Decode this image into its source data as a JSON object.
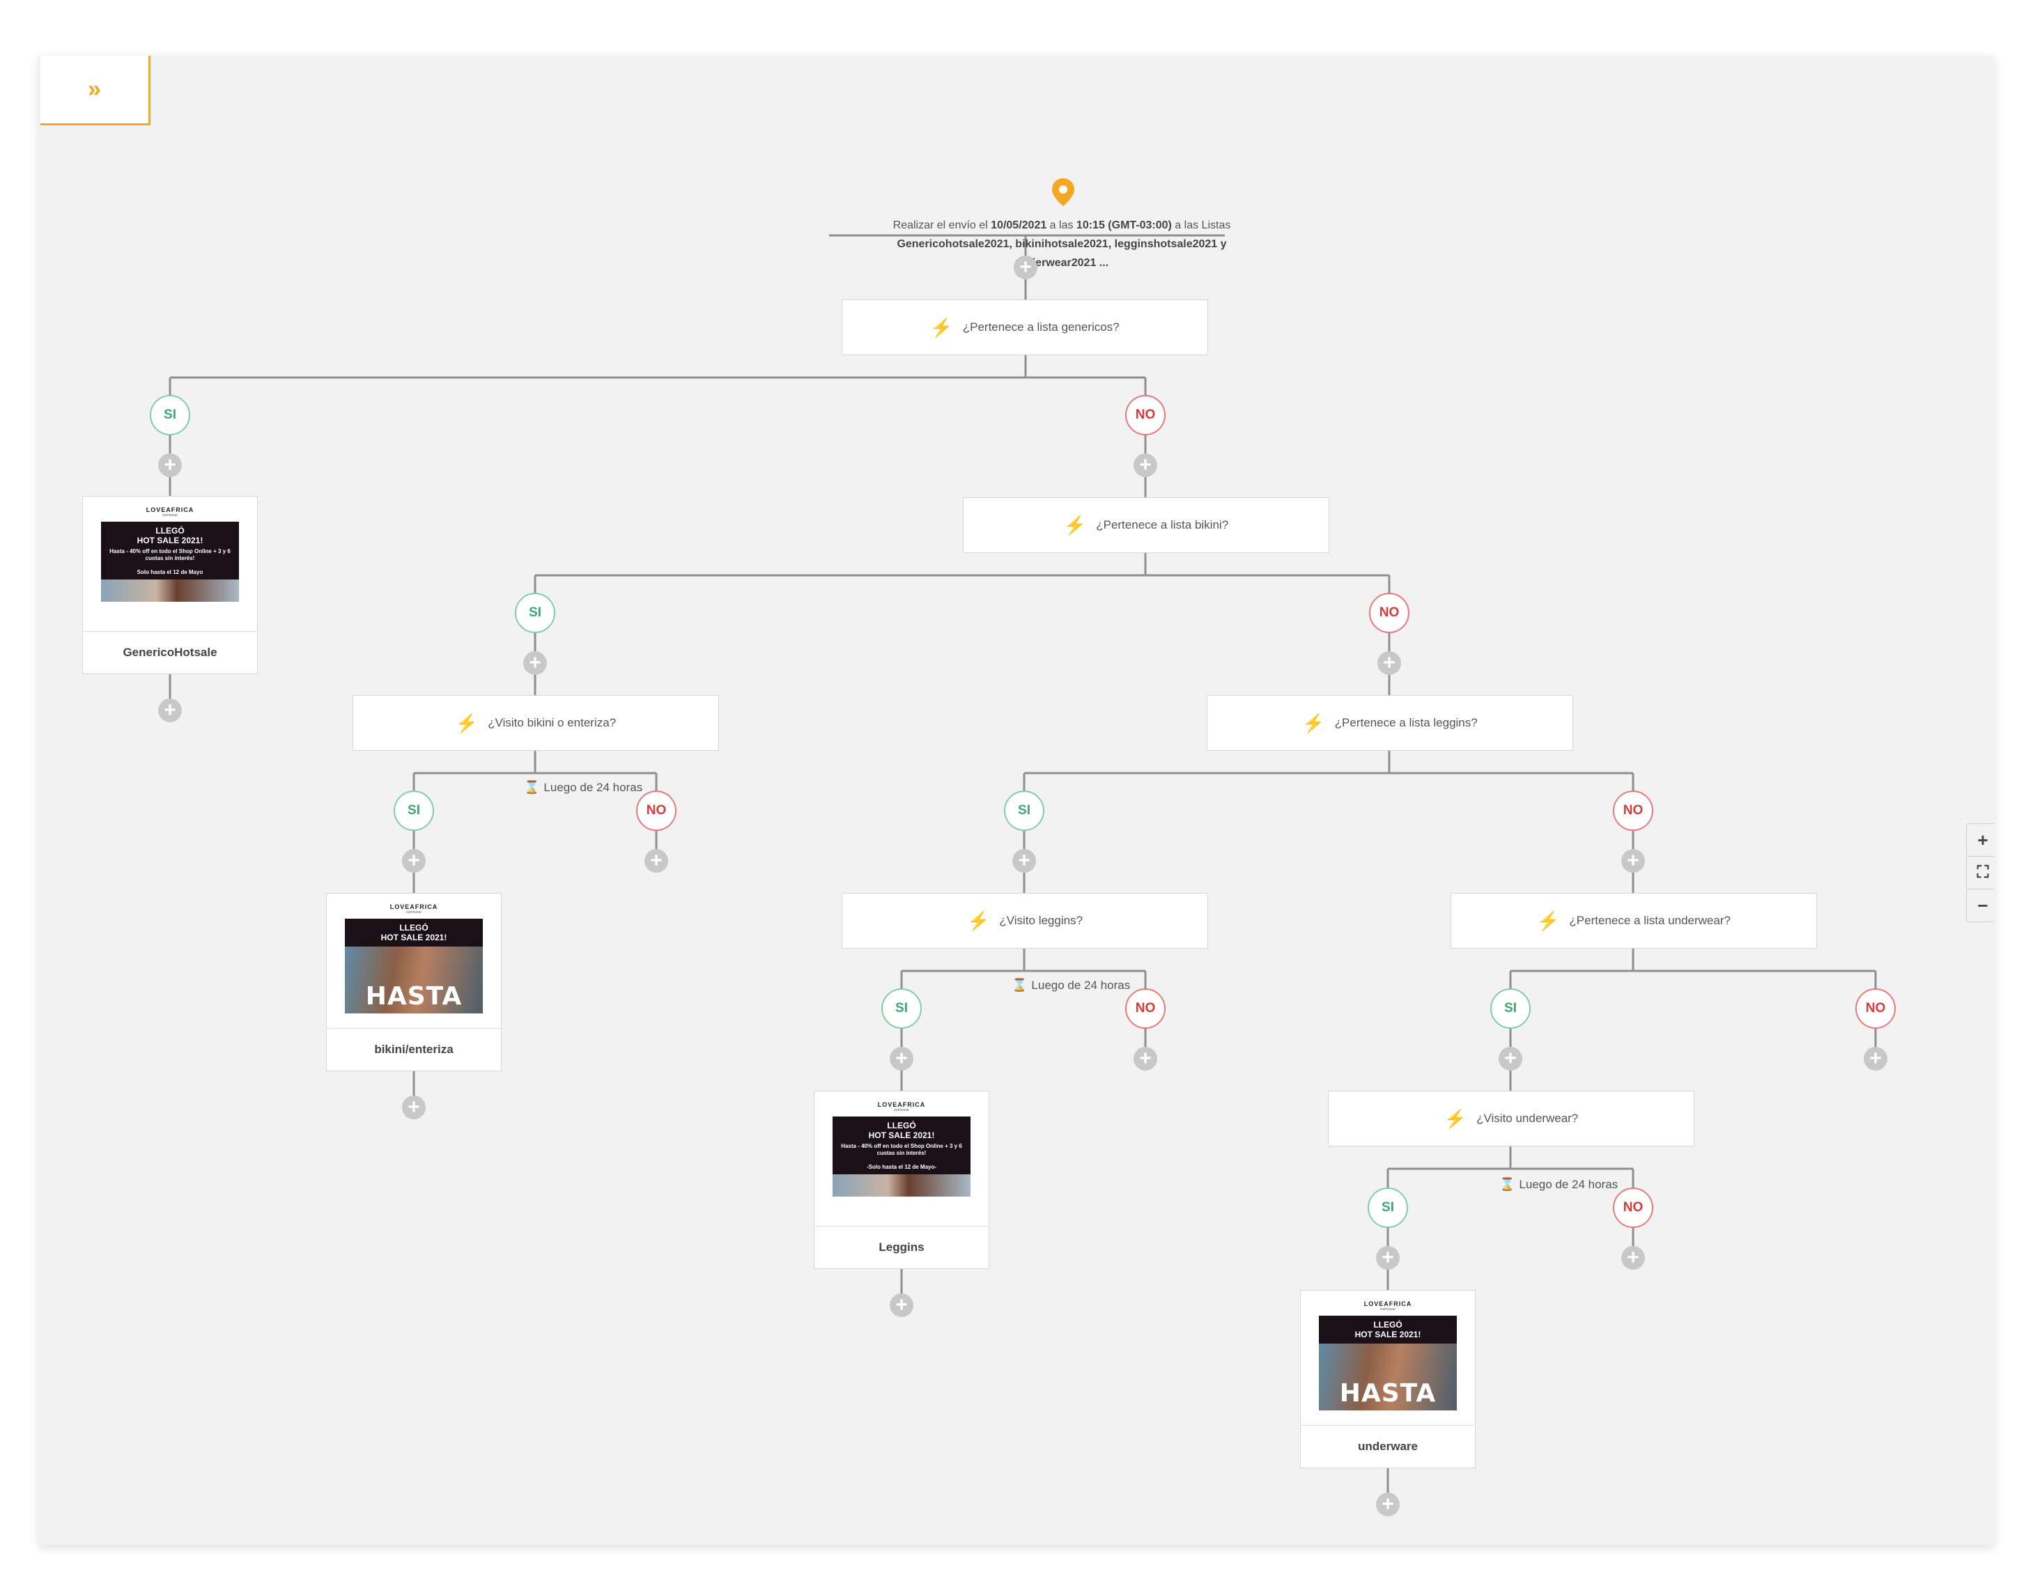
{
  "sidebar_toggle": {
    "icon": "double-chevron-right-icon",
    "label": "»"
  },
  "trigger": {
    "icon": "location-pin-icon",
    "pre": "Realizar el envío el ",
    "date": "10/05/2021",
    "mid1": " a las ",
    "time": "10:15 (GMT-03:00)",
    "mid2": " a las Listas ",
    "lists": "Genericohotsale2021, bikinihotsale2021, legginshotsale2021 y underwear2021 ..."
  },
  "conditions": {
    "c1": "¿Pertenece a lista genericos?",
    "c2": "¿Pertenece a lista bikini?",
    "c3": "¿Visito bikini o enteriza?",
    "c4": "¿Pertenece a lista leggins?",
    "c5": "¿Visito leggins?",
    "c6": "¿Pertenece a lista underwear?",
    "c7": "¿Visito underwear?"
  },
  "badges": {
    "si": "SI",
    "no": "NO"
  },
  "wait": {
    "label": "Luego de 24 horas"
  },
  "emails": {
    "brand": "LOVEAFRICA",
    "brand_sub": "swimwear",
    "headline": "LLEGÓ\nHOT SALE 2021!",
    "promo": "Hasta - 40% off en todo el Shop Online + 3 y 6 cuotas sin interés!",
    "promo_until1": "Solo hasta el 12 de Mayo",
    "promo_until2": "-Solo hasta el 12 de Mayo-",
    "hasta": "HASTA",
    "e1": "GenericoHotsale",
    "e2": "bikini/enteriza",
    "e3": "Leggins",
    "e4": "underware"
  },
  "zoom": {
    "in": "+",
    "fit": "⛶",
    "out": "−"
  },
  "colors": {
    "accent": "#f5a623",
    "si": "#3aa872",
    "no": "#d8393a",
    "line": "#8f8f8f"
  }
}
